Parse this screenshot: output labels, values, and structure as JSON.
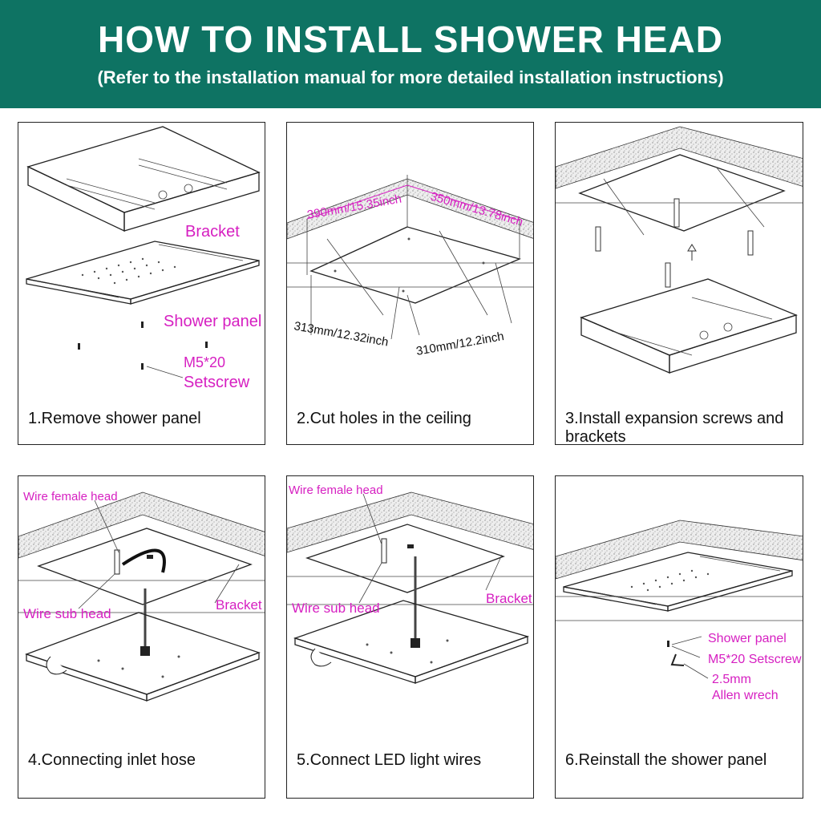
{
  "header": {
    "title": "HOW TO INSTALL SHOWER HEAD",
    "subtitle": "(Refer to the installation manual for more detailed installation instructions)"
  },
  "colors": {
    "header_bg": "#0e7363",
    "label": "#d61fc1"
  },
  "steps": [
    {
      "caption": "1.Remove shower panel",
      "labels": {
        "bracket": "Bracket",
        "panel": "Shower panel",
        "screw_size": "M5*20",
        "screw": "Setscrew"
      }
    },
    {
      "caption": "2.Cut holes in the ceiling",
      "labels": {
        "d1": "390mm/15.35inch",
        "d2": "350mm/13.78inch",
        "d3": "313mm/12.32inch",
        "d4": "310mm/12.2inch"
      }
    },
    {
      "caption_line1": "3.Install expansion screws and",
      "caption_line2": "brackets"
    },
    {
      "caption": "4.Connecting inlet hose",
      "labels": {
        "female": "Wire female head",
        "sub": "Wire sub head",
        "bracket": "Bracket"
      }
    },
    {
      "caption": "5.Connect LED light wires",
      "labels": {
        "female": "Wire female head",
        "sub": "Wire sub head",
        "bracket": "Bracket"
      }
    },
    {
      "caption": "6.Reinstall the shower panel",
      "labels": {
        "panel": "Shower panel",
        "screw": "M5*20  Setscrew",
        "wrench1": "2.5mm",
        "wrench2": "Allen wrech"
      }
    }
  ]
}
